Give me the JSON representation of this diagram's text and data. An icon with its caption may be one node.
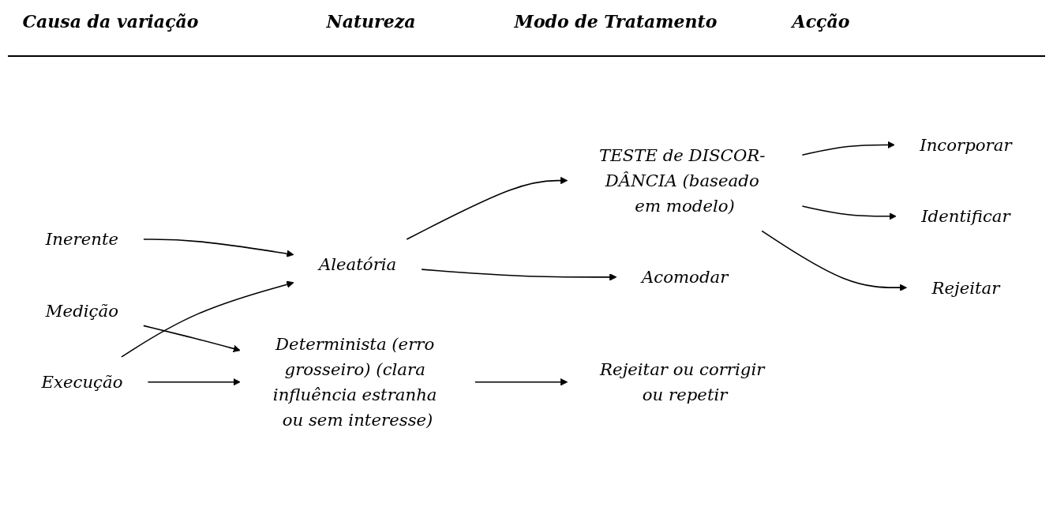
{
  "diagram": {
    "nodes": [
      {
        "text": [
          "Inerente"
        ]
      },
      {
        "text": [
          "Medição"
        ]
      },
      {
        "text": [
          "Execução"
        ]
      },
      {
        "text": [
          "Aleatória"
        ]
      },
      {
        "text": [
          "Determinista (erro grosseiro) (clara influência estranha ou sem interesse)"
        ]
      },
      {
        "text": [
          "TESTE de DISCOR- DÂNCIA (baseado em modelo)"
        ]
      },
      {
        "text": [
          "Acomodar"
        ]
      },
      {
        "text": [
          "Incorporar"
        ]
      },
      {
        "text": [
          "Identificar"
        ]
      },
      {
        "text": [
          "Rejeitar"
        ]
      },
      {
        "text": [
          "Rejeitar ou corrigir ou repetir"
        ]
      }
    ],
    "edges": [
      {
        "from": 0,
        "to": 3,
        "arrow": "to"
      },
      {
        "from": 1,
        "to": 4,
        "arrow": "to"
      },
      {
        "from": 2,
        "to": 3,
        "arrow": "to"
      },
      {
        "from": 2,
        "to": 4,
        "arrow": "to"
      },
      {
        "from": 3,
        "to": 6,
        "arrow": "to"
      },
      {
        "from": 3,
        "to": 5,
        "arrow": "to"
      },
      {
        "from": 5,
        "to": 7,
        "arrow": "to"
      },
      {
        "from": 5,
        "to": 8,
        "arrow": "to"
      },
      {
        "from": 5,
        "to": 9,
        "arrow": "to"
      },
      {
        "from": 4,
        "to": 10,
        "arrow": "to"
      }
    ],
    "labels": [
      "Causa da variação",
      "Natureza",
      "Modo de Tratamento",
      "Acção"
    ]
  }
}
